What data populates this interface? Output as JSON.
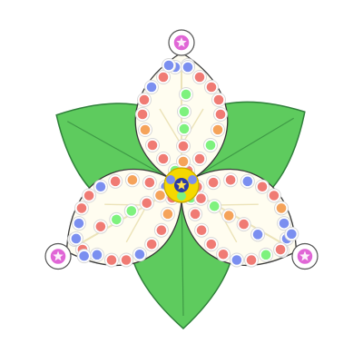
{
  "game": {
    "name": "",
    "board_shape": "three-petal flower over three green leaves",
    "paths": [
      {
        "petal": "top",
        "start_marker": {
          "icon": "star-icon",
          "color": "#e066d6"
        },
        "tiles": [
          "green",
          "red",
          "red",
          "orange",
          "red",
          "red",
          "blue",
          "red",
          "blue",
          "red",
          "blue",
          "red",
          "red",
          "red",
          "red",
          "orange",
          "green",
          "red",
          "red",
          "green",
          "green",
          "green",
          "red",
          "orange",
          "blue"
        ]
      },
      {
        "petal": "right",
        "start_marker": {
          "icon": "star-icon",
          "color": "#e066d6"
        },
        "tiles": [
          "red",
          "red",
          "red",
          "blue",
          "red",
          "red",
          "orange",
          "blue",
          "blue",
          "red",
          "red",
          "green",
          "red",
          "blue",
          "red",
          "red",
          "red",
          "red",
          "green",
          "blue",
          "red",
          "orange",
          "green",
          "red",
          "blue"
        ]
      },
      {
        "petal": "left",
        "start_marker": {
          "icon": "star-icon",
          "color": "#e066d6"
        },
        "tiles": [
          "red",
          "orange",
          "red",
          "red",
          "blue",
          "red",
          "red",
          "blue",
          "red",
          "red",
          "blue",
          "blue",
          "red",
          "red",
          "blue",
          "red",
          "orange",
          "red",
          "blue",
          "red",
          "green",
          "green",
          "red",
          "orange",
          "blue"
        ]
      }
    ],
    "center": {
      "icon": "star-icon",
      "color": "#f5d800"
    },
    "colors": {
      "leaf": "#5ecb5e",
      "leaf_outline": "#2f7f3a",
      "petal": "#fffdf0",
      "petal_outline": "#3a3a3a",
      "vein": "#ece3b8",
      "red": "#f07b74",
      "blue": "#7b8ff0",
      "green": "#7ef27e",
      "orange": "#f5a35a"
    }
  }
}
